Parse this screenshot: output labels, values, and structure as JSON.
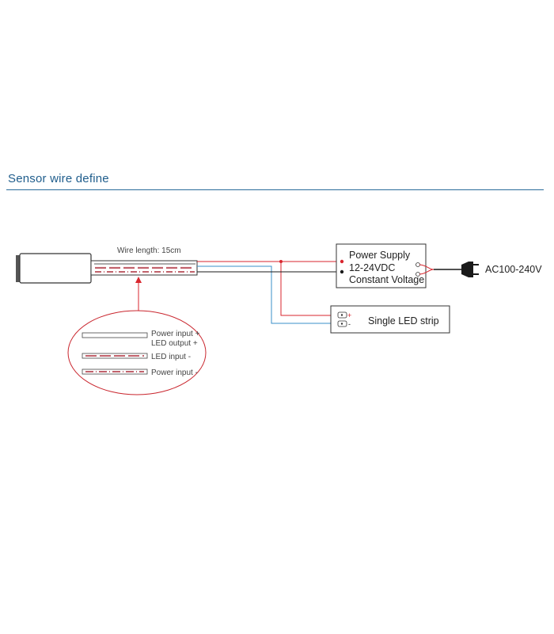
{
  "section": {
    "title": "Sensor wire define"
  },
  "diagram": {
    "wire_length_label": "Wire length: 15cm",
    "power_supply": {
      "line1": "Power Supply",
      "line2": "12-24VDC",
      "line3": "Constant Voltage"
    },
    "ac_label": "AC100-240V",
    "led_strip_label": "Single LED strip",
    "strip_plus": "+",
    "strip_minus": "-",
    "legend": {
      "power_input_plus": "Power input +",
      "led_output_plus": "LED output +",
      "led_input_minus": "LED input -",
      "power_input_minus": "Power input -"
    },
    "colors": {
      "red": "#d9262e",
      "blue": "#3a8fc9",
      "black": "#1a1a1a",
      "title_blue": "#1f5d8c"
    }
  }
}
